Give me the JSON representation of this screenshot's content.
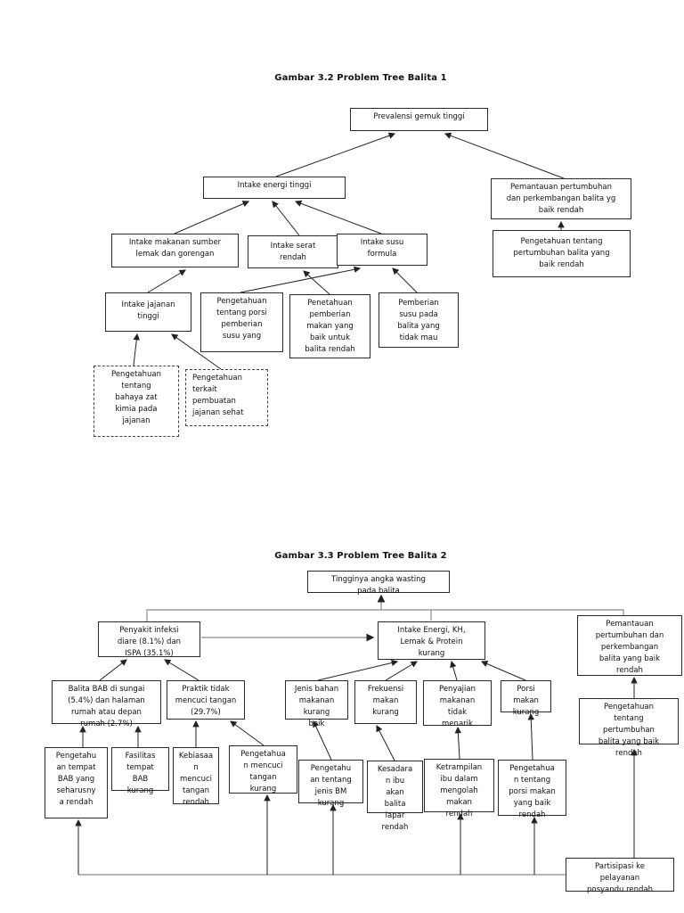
{
  "colors": {
    "background": "#ffffff",
    "box_border": "#2b2b2b",
    "arrow_line": "#222222",
    "connector_gray": "#8a8a8a",
    "text": "#111111"
  },
  "diagram1": {
    "title": "Gambar 3.2 Problem Tree Balita 1",
    "nodes": {
      "prevalensi": "Prevalensi gemuk tinggi",
      "intake_energi": "Intake energi tinggi",
      "pemantauan": "Pemantauan pertumbuhan\ndan perkembangan balita yg\nbaik rendah",
      "pengetahuan_pertumbuhan": "Pengetahuan tentang\npertumbuhan balita yang\nbaik rendah",
      "intake_makanan": "Intake makanan sumber\nlemak dan gorengan",
      "intake_serat": "Intake serat\nrendah",
      "intake_susu": "Intake susu\nformula",
      "intake_jajanan": "Intake jajanan\ntinggi",
      "pengetahuan_porsi": "Pengetahuan\ntentang porsi\npemberian\nsusu yang",
      "penetahuan_pemberian": "Penetahuan\npemberian\nmakan yang\nbaik untuk\nbalita rendah",
      "pemberian_susu": "Pemberian\nsusu pada\nbalita yang\ntidak mau",
      "dashed_bahaya": "Pengetahuan\ntentang\nbahaya  zat\nkimia pada\njajanan",
      "dashed_terkait": "Pengetahuan\nterkait\npembuatan\njajanan sehat"
    },
    "edges": [
      {
        "from": "intake_energi",
        "to": "prevalensi"
      },
      {
        "from": "pemantauan",
        "to": "prevalensi"
      },
      {
        "from": "pengetahuan_pertumbuhan",
        "to": "pemantauan"
      },
      {
        "from": "intake_makanan",
        "to": "intake_energi"
      },
      {
        "from": "intake_serat",
        "to": "intake_energi"
      },
      {
        "from": "intake_susu",
        "to": "intake_energi"
      },
      {
        "from": "intake_jajanan",
        "to": "intake_makanan"
      },
      {
        "from": "pengetahuan_porsi",
        "to": "intake_susu"
      },
      {
        "from": "penetahuan_pemberian",
        "to": "intake_serat"
      },
      {
        "from": "pemberian_susu",
        "to": "intake_susu"
      },
      {
        "from": "dashed_bahaya",
        "to": "intake_jajanan"
      },
      {
        "from": "dashed_terkait",
        "to": "intake_jajanan"
      }
    ]
  },
  "diagram2": {
    "title": "Gambar 3.3 Problem Tree Balita 2",
    "nodes": {
      "top": "Tingginya angka wasting\npada balita",
      "penyakit": "Penyakit infeksi\ndiare (8.1%) dan\nISPA (35.1%)",
      "intake": "Intake Energi, KH,\nLemak & Protein\nkurang",
      "pemantauan2": "Pemantauan\npertumbuhan dan\nperkembangan\nbalita yang baik\nrendah",
      "pengetahuan_pertumbuhan2": "Pengetahuan\ntentang\npertumbuhan\nbalita yang baik\nrendah",
      "balita_bab": "Balita BAB di sungai\n(5.4%) dan halaman\nrumah atau depan\nrumah (2.7%)",
      "praktik": "Praktik tidak\nmencuci tangan\n(29.7%)",
      "jenis_bahan": "Jenis bahan\nmakanan\nkurang\nbaik",
      "frekuensi": "Frekuensi\nmakan\nkurang",
      "penyajian": "Penyajian\nmakanan\ntidak\nmenarik",
      "porsi": "Porsi\nmakan\nkurang",
      "pengetahuan_bab": "Pengetahu\nan tempat\nBAB yang\nseharusny\na rendah",
      "fasilitas": "Fasilitas\ntempat\nBAB\nkurang",
      "kebiasaan": "Kebiasaa\nn\nmencuci\ntangan\nrendah",
      "pengetahuan_mencuci": "Pengetahua\nn mencuci\ntangan\nkurang",
      "pengetahuan_jenis_bm": "Pengetahu\nan tentang\njenis BM\nkurang",
      "kesadaran": "Kesadara\nn ibu\nakan\nbalita\nlapar\nrendah",
      "ketrampilan": "Ketrampilan\nibu dalam\nmengolah\nmakan\nrendah",
      "pengetahuan_porsi_makan": "Pengetahua\nn tentang\nporsi makan\nyang baik\nrendah",
      "partisipasi": "Partisipasi ke\npelayanan\nposyandu rendah"
    },
    "edges": [
      {
        "from": "penyakit",
        "to": "top"
      },
      {
        "from": "intake",
        "to": "top"
      },
      {
        "from": "pemantauan2",
        "to": "top"
      },
      {
        "from": "penyakit",
        "to": "intake"
      },
      {
        "from": "balita_bab",
        "to": "penyakit"
      },
      {
        "from": "praktik",
        "to": "penyakit"
      },
      {
        "from": "jenis_bahan",
        "to": "intake"
      },
      {
        "from": "frekuensi",
        "to": "intake"
      },
      {
        "from": "penyajian",
        "to": "intake"
      },
      {
        "from": "porsi",
        "to": "intake"
      },
      {
        "from": "pengetahuan_pertumbuhan2",
        "to": "pemantauan2"
      },
      {
        "from": "pengetahuan_bab",
        "to": "balita_bab"
      },
      {
        "from": "fasilitas",
        "to": "balita_bab"
      },
      {
        "from": "kebiasaan",
        "to": "praktik"
      },
      {
        "from": "pengetahuan_mencuci",
        "to": "praktik"
      },
      {
        "from": "pengetahuan_jenis_bm",
        "to": "jenis_bahan"
      },
      {
        "from": "kesadaran",
        "to": "frekuensi"
      },
      {
        "from": "ketrampilan",
        "to": "penyajian"
      },
      {
        "from": "pengetahuan_porsi_makan",
        "to": "porsi"
      },
      {
        "from": "partisipasi",
        "to": "pengetahuan_pertumbuhan2"
      },
      {
        "from": "partisipasi",
        "to": "pengetahuan_bab"
      },
      {
        "from": "partisipasi",
        "to": "pengetahuan_mencuci"
      },
      {
        "from": "partisipasi",
        "to": "pengetahuan_jenis_bm"
      },
      {
        "from": "partisipasi",
        "to": "ketrampilan"
      },
      {
        "from": "partisipasi",
        "to": "pengetahuan_porsi_makan"
      }
    ]
  }
}
